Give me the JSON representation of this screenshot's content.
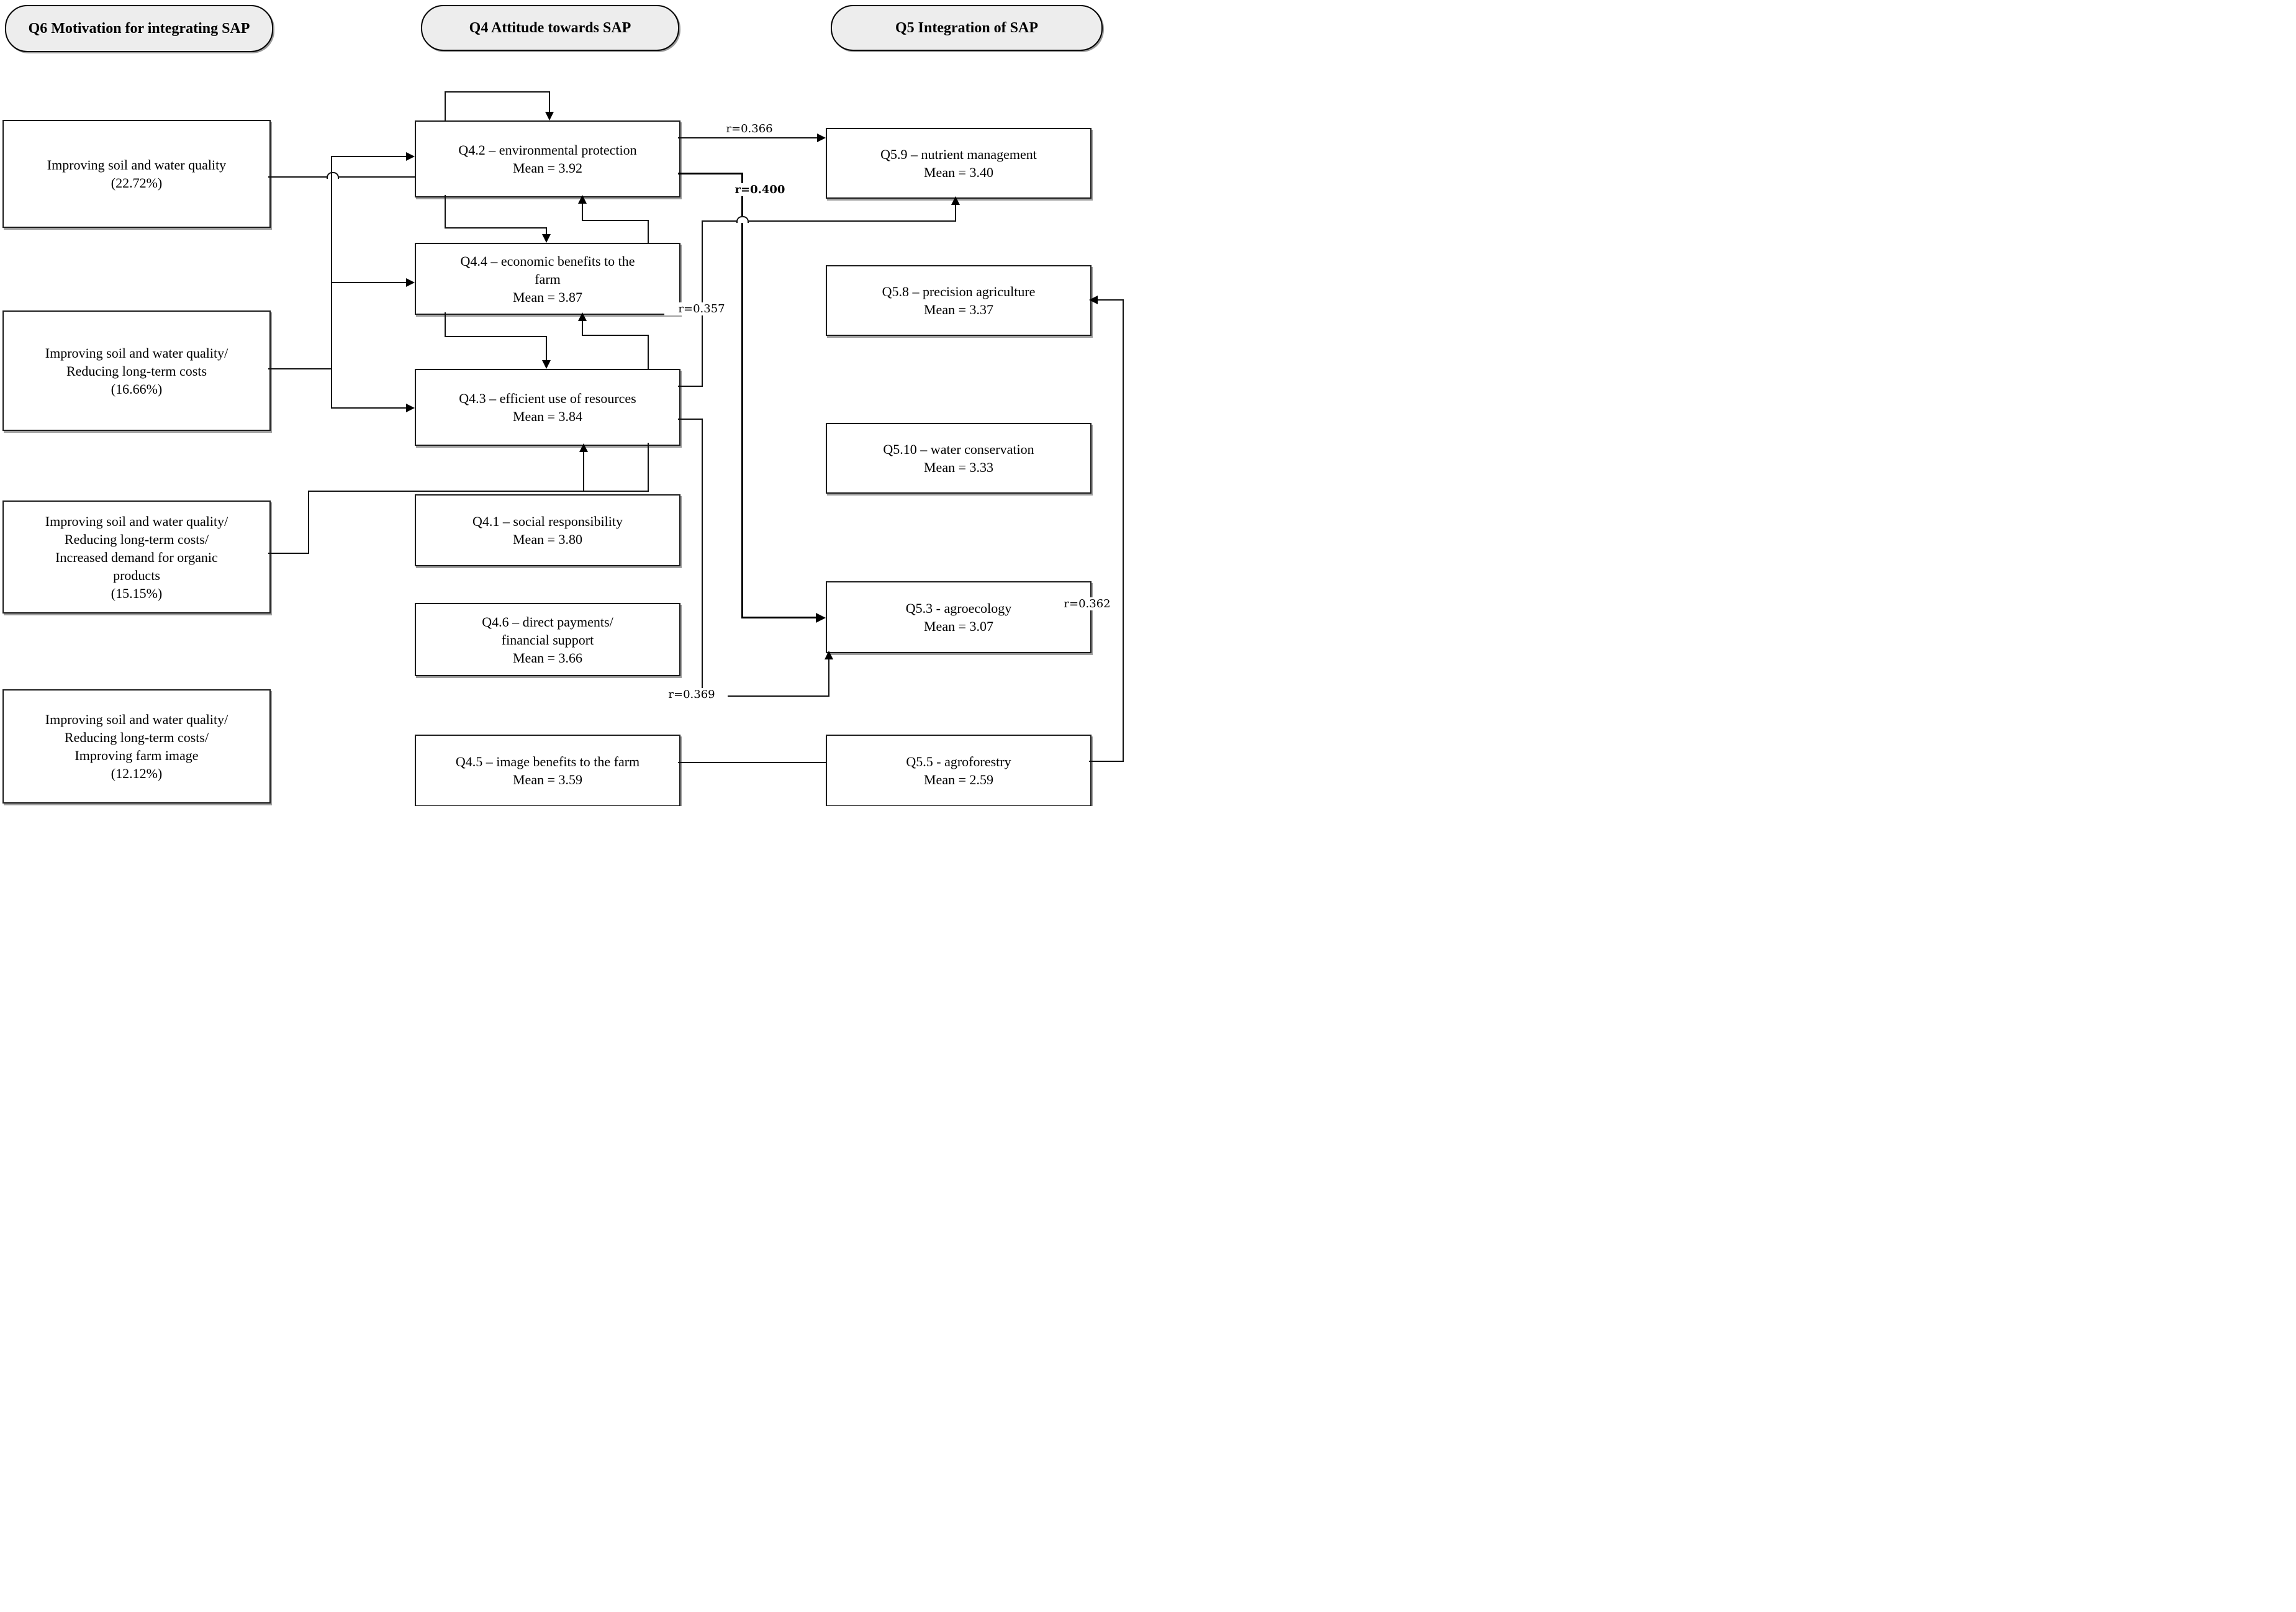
{
  "headers": {
    "q6": "Q6 Motivation for integrating SAP",
    "q4": "Q4 Attitude towards SAP",
    "q5": "Q5 Integration of SAP"
  },
  "motivations": {
    "m1": {
      "lines": [
        "Improving soil and water quality",
        "(22.72%)"
      ]
    },
    "m2": {
      "lines": [
        "Improving soil and water quality/",
        "Reducing long-term costs",
        "(16.66%)"
      ]
    },
    "m3": {
      "lines": [
        "Improving soil and water quality/",
        "Reducing long-term costs/",
        "Increased demand for organic",
        "products",
        "(15.15%)"
      ]
    },
    "m4": {
      "lines": [
        "Improving soil and water quality/",
        "Reducing long-term costs/",
        "Improving farm image",
        "(12.12%)"
      ]
    }
  },
  "attitudes": {
    "q42": {
      "lines": [
        "Q4.2 – environmental protection",
        "Mean = 3.92"
      ]
    },
    "q44": {
      "lines": [
        "Q4.4 – economic benefits to the",
        "farm",
        "Mean = 3.87"
      ]
    },
    "q43": {
      "lines": [
        "Q4.3 – efficient use of resources",
        "Mean = 3.84"
      ]
    },
    "q41": {
      "lines": [
        "Q4.1 – social responsibility",
        "Mean = 3.80"
      ]
    },
    "q46": {
      "lines": [
        "Q4.6 – direct payments/",
        "financial support",
        "Mean = 3.66"
      ]
    },
    "q45": {
      "lines": [
        "Q4.5 – image benefits to the farm",
        "Mean = 3.59"
      ]
    }
  },
  "integrations": {
    "q59": {
      "lines": [
        "Q5.9 – nutrient management",
        "Mean = 3.40"
      ]
    },
    "q58": {
      "lines": [
        "Q5.8 – precision agriculture",
        "Mean = 3.37"
      ]
    },
    "q510": {
      "lines": [
        "Q5.10 – water conservation",
        "Mean = 3.33"
      ]
    },
    "q53": {
      "lines": [
        "Q5.3 - agroecology",
        "Mean = 3.07"
      ]
    },
    "q55": {
      "lines": [
        "Q5.5 - agroforestry",
        "Mean = 2.59"
      ]
    }
  },
  "edge_labels": {
    "r366": "r=0.366",
    "r400": "r=0.400",
    "r357": "r=0.357",
    "r369": "r=0.369",
    "r362": "r=0.362"
  }
}
